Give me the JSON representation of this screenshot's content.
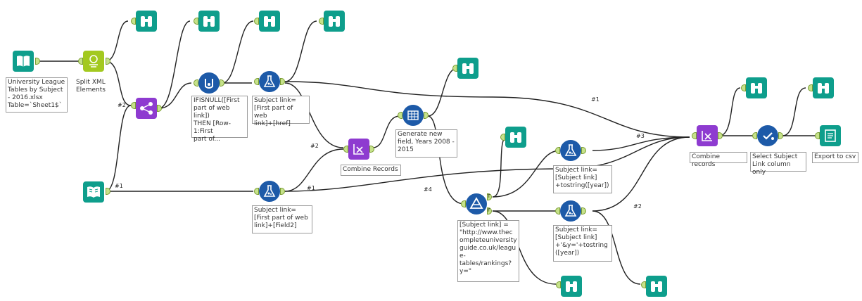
{
  "labels": {
    "input_file": "University League\nTables by Subject\n- 2016.xlsx\nTable=`Sheet1$`",
    "split_xml": "Split XML\nElements",
    "formula_ifisnull": "IFISNULL([First\npart of web link])\nTHEN [Row-1:First\npart of...",
    "formula_href": "Subject link=\n[First part of web\nlink]+[href]",
    "formula_field2": "Subject link=\n[First part of web\nlink]+[Field2]",
    "combine_records_1": "Combine Records",
    "generate_rows": "Generate new\nfield, Years 2008 -\n2015",
    "filter": "[Subject link] =\n\"http://www.thec\nompleteuniversity\nguide.co.uk/leagu\ne-tables/rankings?\ny=\"",
    "formula_tostring": "Subject link=\n[Subject link]\n+tostring([year])",
    "formula_amp": "Subject link=\n[Subject link]\n+'&y='+tostring\n([year])",
    "combine_records_2": "Combine records",
    "select": "Select Subject\nLink column only",
    "output": "Export to csv"
  },
  "edge_labels": {
    "e1": "#2",
    "e2": "#1",
    "e3": "#2",
    "e4": "#1",
    "e5": "#4",
    "e6": "#1",
    "e7": "#3",
    "e8": "#2"
  },
  "filter_anchors": {
    "true": "T",
    "false": "F"
  },
  "icons": {
    "input": "book-input-icon",
    "text_input": "book-open-icon",
    "xml": "xml-parse-icon",
    "join": "append-fields-icon",
    "multi_row": "multi-row-formula-icon",
    "formula": "formula-flask-icon",
    "union": "union-icon",
    "generate": "generate-rows-icon",
    "filter": "filter-icon",
    "select": "select-check-icon",
    "output": "output-file-icon",
    "browse": "binoculars-icon"
  },
  "colors": {
    "teal": "#0e9e8c",
    "purple": "#8e3bd0",
    "blue": "#1d5aa8",
    "lime": "#a3c91f"
  }
}
